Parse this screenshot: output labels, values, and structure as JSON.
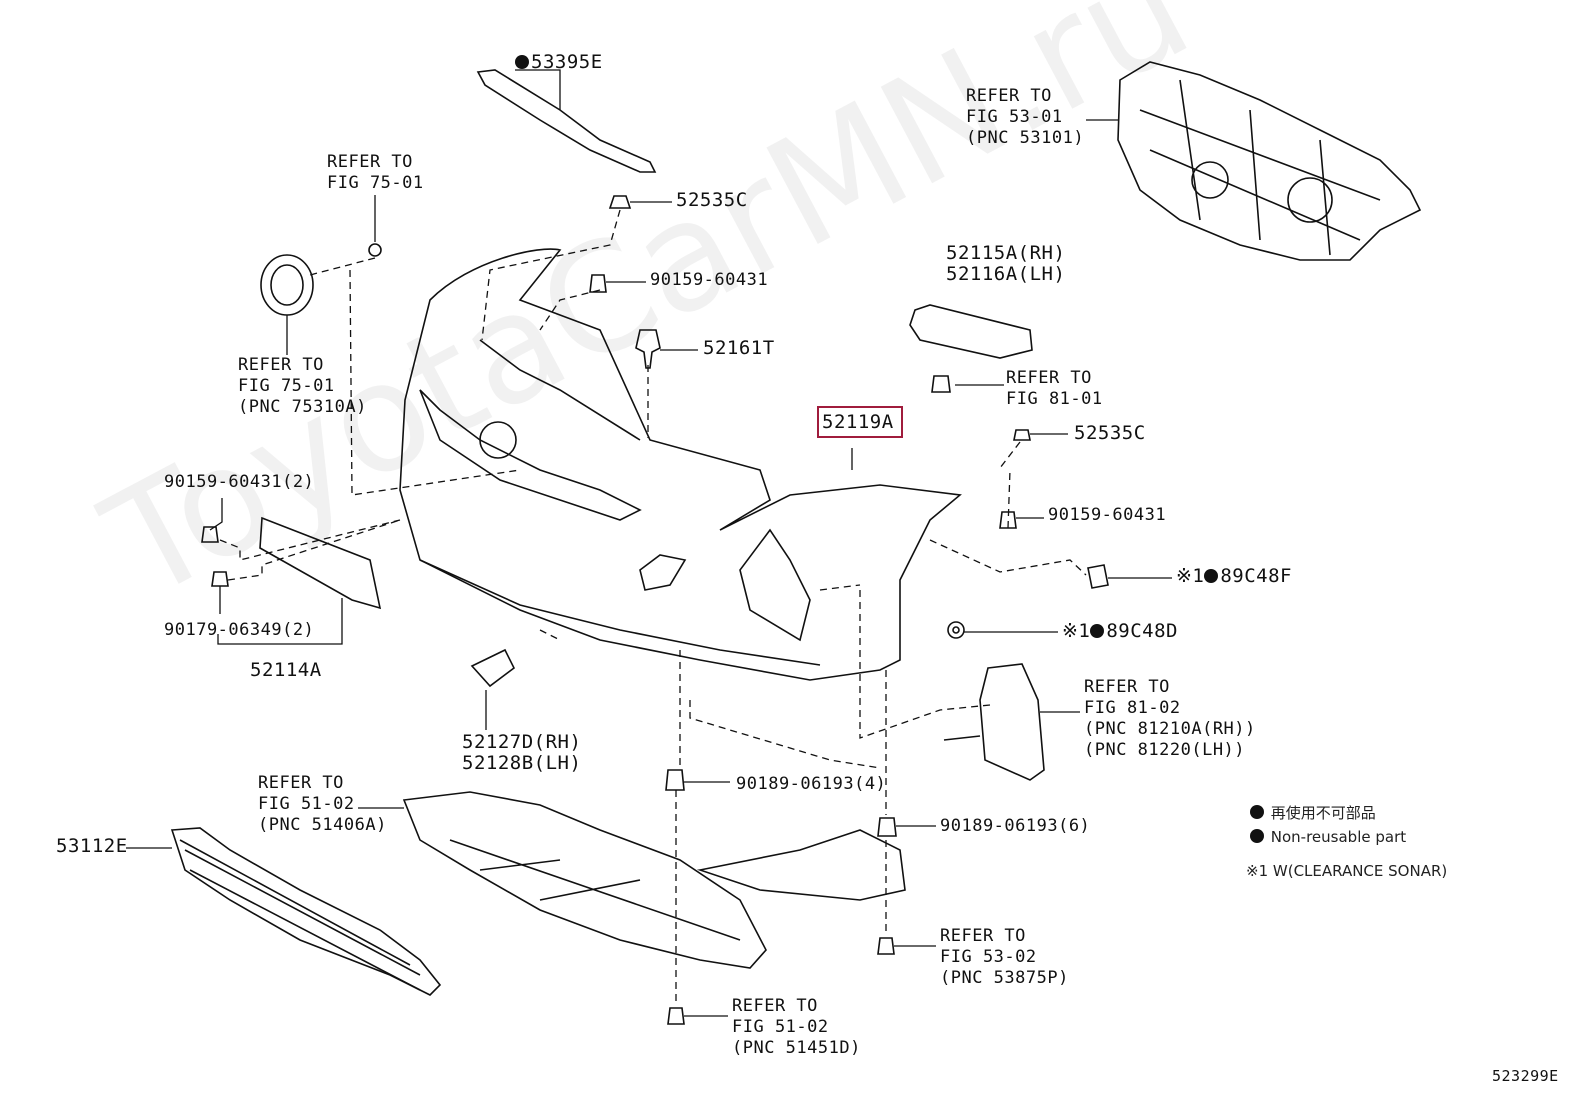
{
  "watermark": "ToyotaCarMN.ru",
  "figure_number": "523299E",
  "highlighted_part": "52119A",
  "labels": {
    "p53395E": "53395E",
    "p52535C_top": "52535C",
    "p90159_top": "90159-60431",
    "p52161T": "52161T",
    "refer_75_01_top": "REFER TO\nFIG 75-01",
    "refer_75_01_pnc": "REFER TO\nFIG 75-01\n(PNC 75310A)",
    "refer_53_01": "REFER TO\nFIG 53-01\n(PNC 53101)",
    "p52115A": "52115A(RH)\n52116A(LH)",
    "refer_81_01": "REFER TO\nFIG 81-01",
    "p52119A": "52119A",
    "p52535C_right": "52535C",
    "p90159_right": "90159-60431",
    "p89C48F": "89C48F",
    "p89C48D": "89C48D",
    "p90159_left": "90159-60431(2)",
    "p90179": "90179-06349(2)",
    "p52114A": "52114A",
    "refer_81_02": "REFER TO\nFIG 81-02\n(PNC 81210A(RH))\n(PNC 81220(LH))",
    "p52127D": "52127D(RH)\n52128B(LH)",
    "p90189_4": "90189-06193(4)",
    "p90189_6": "90189-06193(6)",
    "refer_51_02_a": "REFER TO\nFIG 51-02\n(PNC 51406A)",
    "p53112E": "53112E",
    "refer_53_02": "REFER TO\nFIG 53-02\n(PNC 53875P)",
    "refer_51_02_b": "REFER TO\nFIG 51-02\n(PNC 51451D)",
    "note_mark": "※1"
  },
  "legend": {
    "jp": "再使用不可部品",
    "en": "Non-reusable part",
    "note": "※1 W(CLEARANCE SONAR)"
  },
  "colors": {
    "highlight": "#a01c3c",
    "line": "#111111"
  }
}
